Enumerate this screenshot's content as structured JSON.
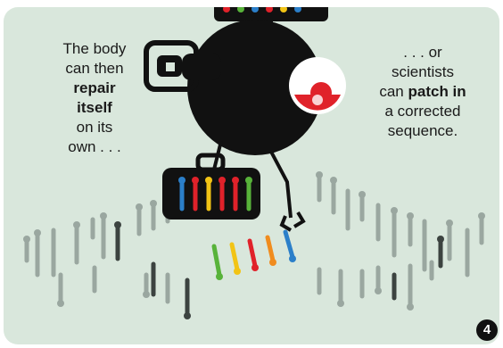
{
  "caption_left": {
    "line1": "The body",
    "line2": "can then",
    "line3": "repair",
    "line4": "itself",
    "line5": "on its",
    "line6": "own . . ."
  },
  "caption_right": {
    "line1": ". . . or",
    "line2": "scientists",
    "line3_pre": "can ",
    "line3_bold": "patch in",
    "line4": "a corrected",
    "line5": "sequence."
  },
  "panel_number": "4",
  "colors": {
    "background": "#d9e7dc",
    "robot_body": "#111111",
    "dna_strand": "#8a9690",
    "dna_dark": "#3c4340",
    "blue": "#2b7fc9",
    "red": "#e0222a",
    "yellow": "#f2c415",
    "green": "#58b33a",
    "orange": "#f08c1e"
  },
  "icons": [
    "robot",
    "toolbox",
    "dna-strand",
    "patch-pieces"
  ]
}
